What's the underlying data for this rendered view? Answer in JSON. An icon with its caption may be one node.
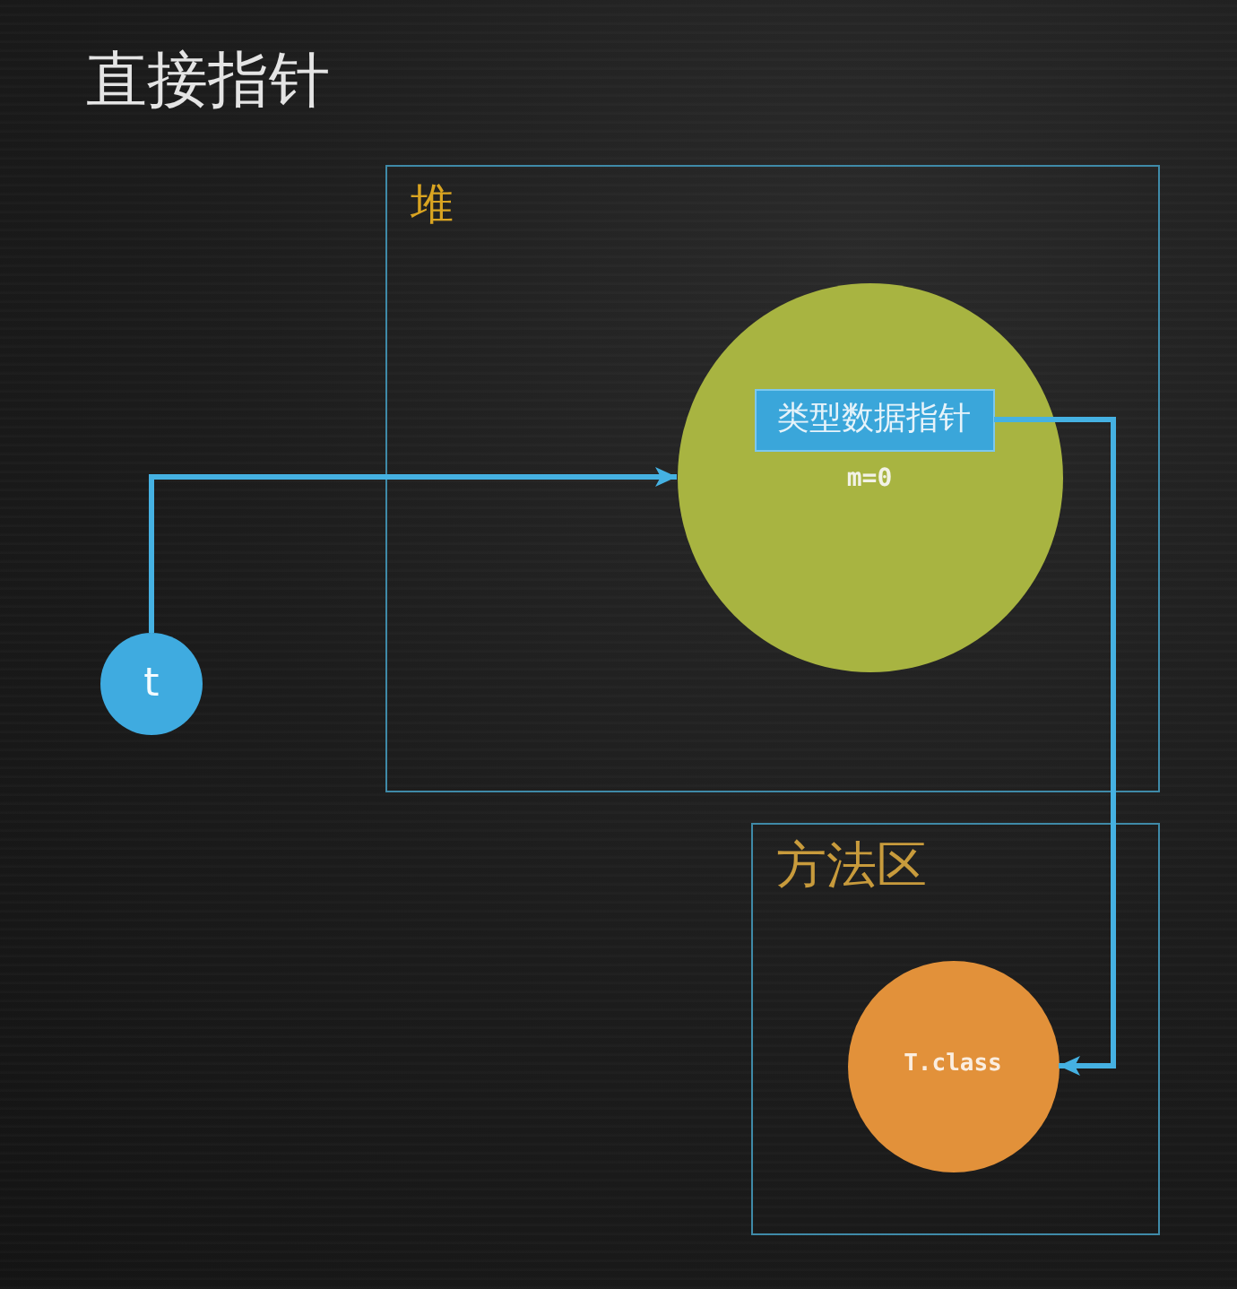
{
  "diagram": {
    "title": "直接指针",
    "nodes": [
      {
        "text": [
          "堆"
        ]
      },
      {
        "text": [
          "m=0"
        ],
        "in": 0
      },
      {
        "text": [
          "类型数据指针"
        ],
        "in": 1
      },
      {
        "text": [
          "t"
        ]
      },
      {
        "text": [
          "方法区"
        ]
      },
      {
        "text": [
          "T.class"
        ],
        "in": 4
      }
    ],
    "edges": [
      {
        "from": 3,
        "to": 1,
        "arrow": "to"
      },
      {
        "from": 2,
        "to": 5,
        "arrow": "to"
      }
    ]
  }
}
